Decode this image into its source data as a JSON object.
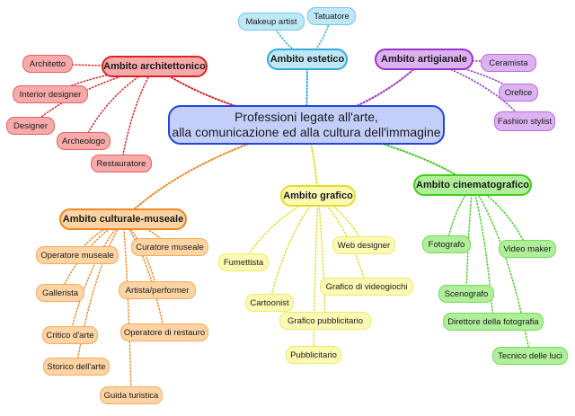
{
  "center": {
    "title_line1": "Professioni legate all'arte,",
    "title_line2": "alla comunicazione ed alla cultura dell'immagine"
  },
  "branches": {
    "estetico": {
      "label": "Ambito estetico",
      "color": "#33aadd",
      "fill": "#bfe8f7",
      "items": [
        "Makeup artist",
        "Tatuatore"
      ]
    },
    "architettonico": {
      "label": "Ambito architettonico",
      "color": "#dd2222",
      "fill": "#f7aaaa",
      "items": [
        "Architetto",
        "Interior designer",
        "Designer",
        "Archeologo",
        "Restauratore"
      ]
    },
    "artigianale": {
      "label": "Ambito artigianale",
      "color": "#9933cc",
      "fill": "#dcb2f0",
      "items": [
        "Ceramista",
        "Orefice",
        "Fashion stylist"
      ]
    },
    "grafico": {
      "label": "Ambito grafico",
      "color": "#e6dd22",
      "fill": "#fcf9b4",
      "items": [
        "Fumettista",
        "Web designer",
        "Cartoonist",
        "Grafico di videogiochi",
        "Grafico pubblicitario",
        "Pubblicitario"
      ]
    },
    "culturale": {
      "label": "Ambito culturale-museale",
      "color": "#ee8822",
      "fill": "#fcd4a4",
      "items": [
        "Operatore museale",
        "Curatore museale",
        "Gallerista",
        "Artista/performer",
        "Critico d'arte",
        "Operatore di restauro",
        "Storico dell'arte",
        "Guida turistica"
      ]
    },
    "cinematografico": {
      "label": "Ambito cinematografico",
      "color": "#44cc22",
      "fill": "#b0ef9a",
      "items": [
        "Fotografo",
        "Video maker",
        "Scenografo",
        "Direttore della fotografia",
        "Tecnico delle luci"
      ]
    }
  }
}
